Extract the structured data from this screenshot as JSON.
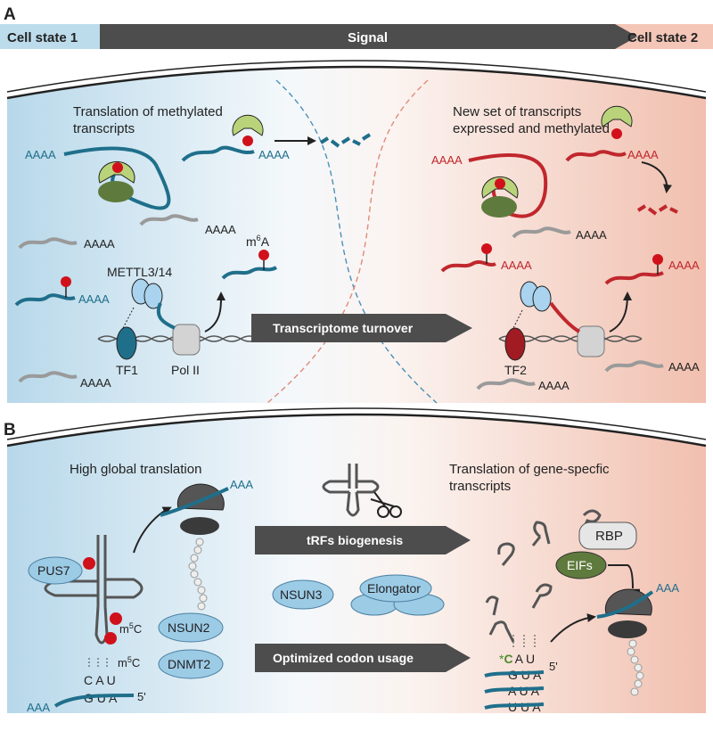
{
  "panel_a": {
    "letter": "A",
    "state1": "Cell state 1",
    "signal": "Signal",
    "state2": "Cell state 2",
    "left_caption_1": "Translation of methylated",
    "left_caption_2": "transcripts",
    "right_caption_1": "New set of transcripts",
    "right_caption_2": "expressed and methylated",
    "poly_a": "AAAA",
    "m6a": "m",
    "m6a_sup": "6",
    "m6a_end": "A",
    "writer": "METTL3/14",
    "tf1": "TF1",
    "pol2": "Pol II",
    "tf2": "TF2",
    "turnover": "Transcriptome turnover"
  },
  "panel_b": {
    "letter": "B",
    "left_caption": "High global translation",
    "right_caption_1": "Translation of gene-specfic",
    "right_caption_2": "transcripts",
    "poly_a": "AAA",
    "pus7": "PUS7",
    "nsun2": "NSUN2",
    "dnmt2": "DNMT2",
    "nsun3": "NSUN3",
    "elongator": "Elongator",
    "m5c": "m",
    "m5c_sup": "5",
    "m5c_end": "C",
    "trfs": "tRFs biogenesis",
    "codon": "Optimized codon usage",
    "rbp": "RBP",
    "eifs": "EIFs",
    "anticodon_left": "C A U",
    "codon_left": "G U A",
    "five_prime": "5'",
    "anticodon_right_star": "*",
    "anticodon_right_c": "C",
    "anticodon_right_rest": "A U",
    "codon_right_1": "G U A",
    "codon_right_2": "A U A",
    "codon_right_3": "U U A"
  },
  "colors": {
    "blue_bg": "#bcdcec",
    "pink_bg": "#f3c6b8",
    "teal_rna": "#1f6f8b",
    "red_rna": "#c0272d",
    "grey_rna": "#9a9a9a",
    "ribosome_large": "#b9d37a",
    "ribosome_small": "#5f7a3d",
    "methyl": "#d0111b",
    "writer": "#a9d3ee",
    "arrow_dark": "#4d4d4d",
    "enzyme": "#9ccbe6"
  }
}
